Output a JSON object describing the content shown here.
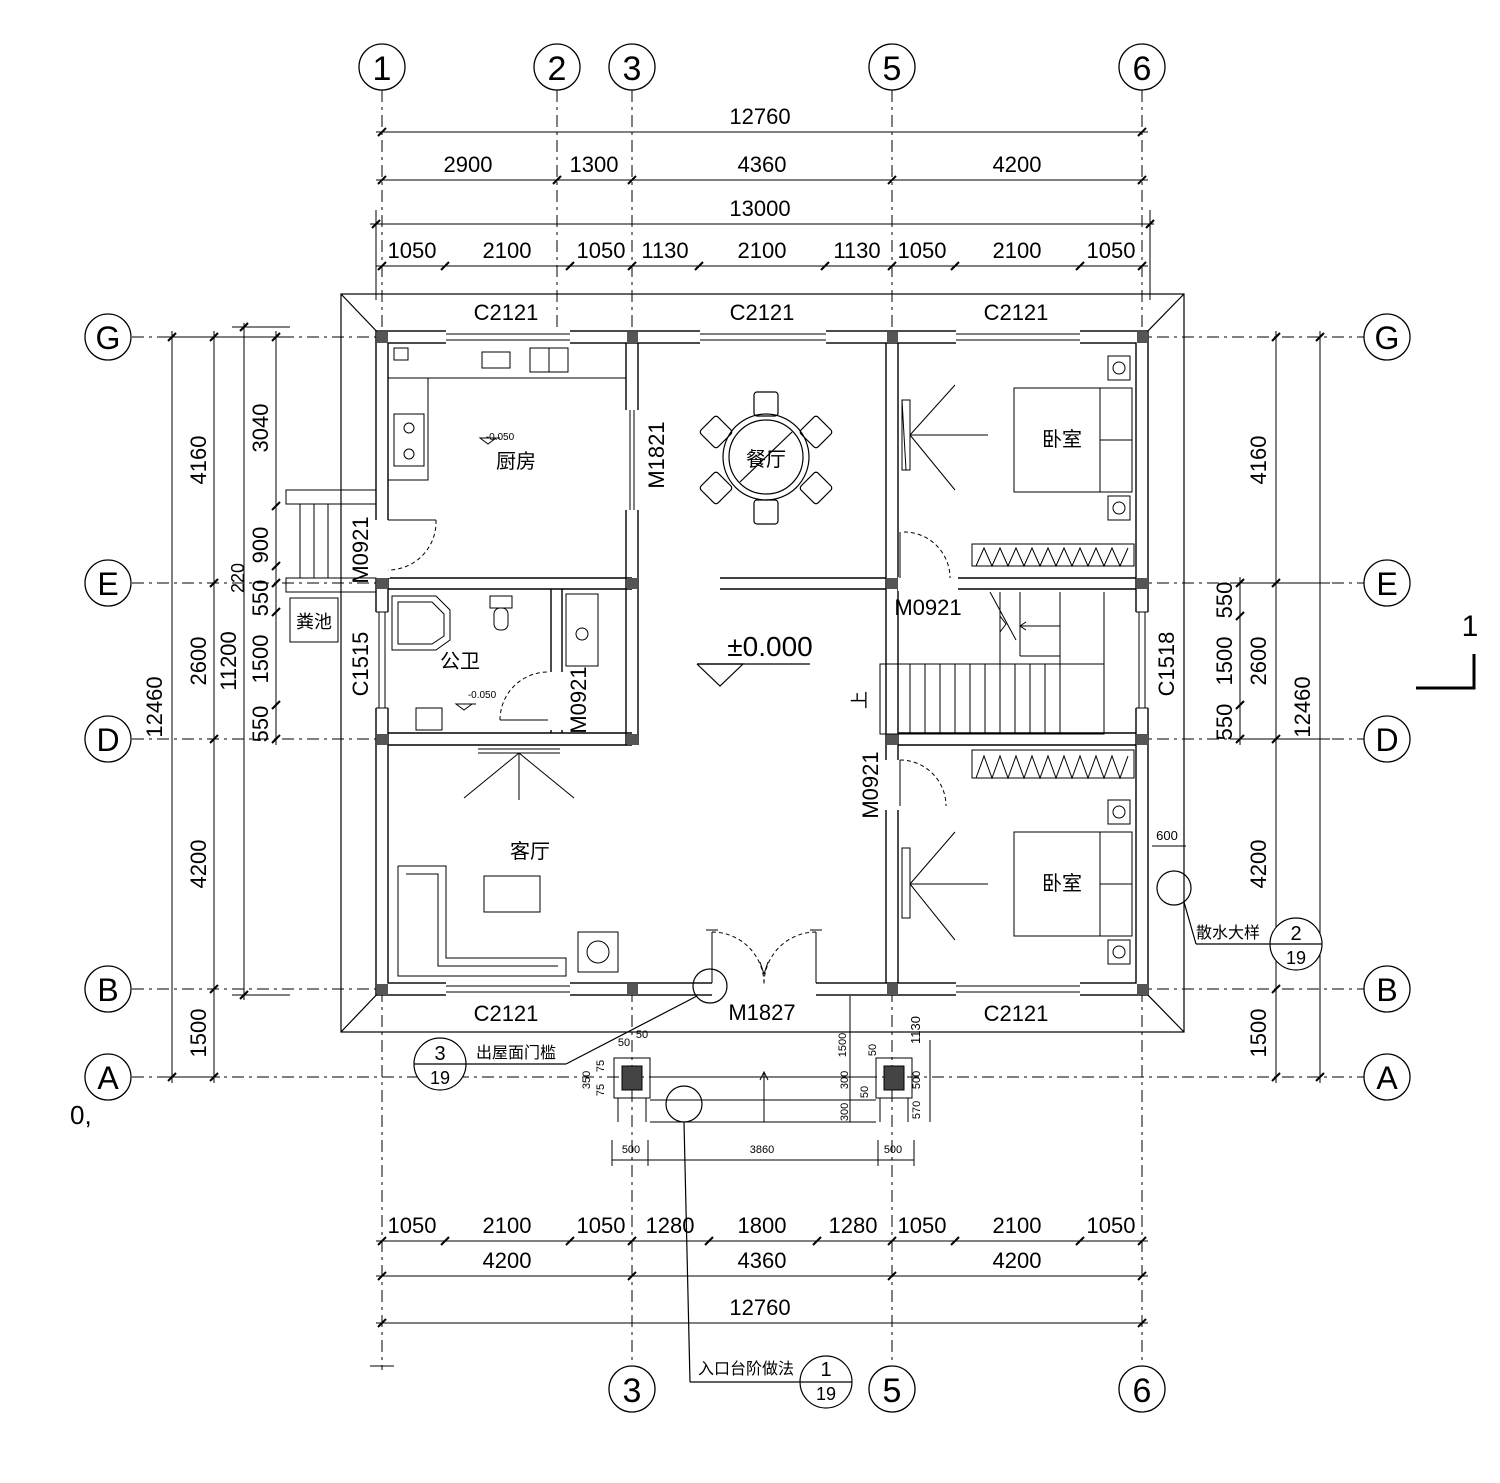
{
  "axes": {
    "top": [
      "1",
      "2",
      "3",
      "5",
      "6"
    ],
    "bottom": [
      "3",
      "5",
      "6"
    ],
    "left": [
      "G",
      "E",
      "D",
      "B",
      "A"
    ],
    "right": [
      "G",
      "E",
      "D",
      "B",
      "A"
    ]
  },
  "dims_top": {
    "total1": "12760",
    "row2": [
      "2900",
      "1300",
      "4360",
      "4200"
    ],
    "total2": "13000",
    "row4": [
      "1050",
      "2100",
      "1050",
      "1130",
      "2100",
      "1130",
      "1050",
      "2100",
      "1050"
    ]
  },
  "dims_bottom": {
    "row1": [
      "1050",
      "2100",
      "1050",
      "1280",
      "1800",
      "1280",
      "1050",
      "2100",
      "1050"
    ],
    "row2": [
      "4200",
      "4360",
      "4200"
    ],
    "total": "12760"
  },
  "dims_left": {
    "outer": "12460",
    "second": "11200",
    "chain": [
      "4160",
      "2600",
      "4200",
      "1500"
    ],
    "inner": [
      "3040",
      "900",
      "220",
      "550",
      "1500",
      "550"
    ]
  },
  "dims_right": {
    "outer": "12460",
    "chain": [
      "4160",
      "2600",
      "4200",
      "1500"
    ],
    "inner": [
      "550",
      "1500",
      "550"
    ],
    "offset": "600"
  },
  "windows": {
    "top": [
      "C2121",
      "C2121",
      "C2121"
    ],
    "bottom": [
      "C2121",
      "C2121"
    ],
    "left": "C1515",
    "right": "C1518"
  },
  "doors": {
    "kitchen": "M0921",
    "dining": "M1821",
    "bath": "M0921",
    "bed1": "M0921",
    "bed2": "M0921",
    "main": "M1827"
  },
  "rooms": {
    "kitchen": "厨房",
    "dining": "餐厅",
    "bath": "公卫",
    "living": "客厅",
    "bed1": "卧室",
    "bed2": "卧室",
    "septic": "粪池",
    "stair_up": "上"
  },
  "levels": {
    "main": "±0.000",
    "kitchen": "-0.050",
    "bath": "-0.050"
  },
  "callouts": {
    "threshold": {
      "label": "出屋面门槛",
      "top": "3",
      "bottom": "19"
    },
    "steps": {
      "label": "入口台阶做法",
      "top": "1",
      "bottom": "19"
    },
    "apron": {
      "label": "散水大样",
      "top": "2",
      "bottom": "19"
    }
  },
  "porch_dims": [
    "500",
    "3860",
    "500",
    "1500",
    "1130",
    "50",
    "50",
    "500",
    "570",
    "350",
    "75",
    "75",
    "50",
    "50",
    "300",
    "300"
  ],
  "section_mark": "1",
  "stray": "0,"
}
